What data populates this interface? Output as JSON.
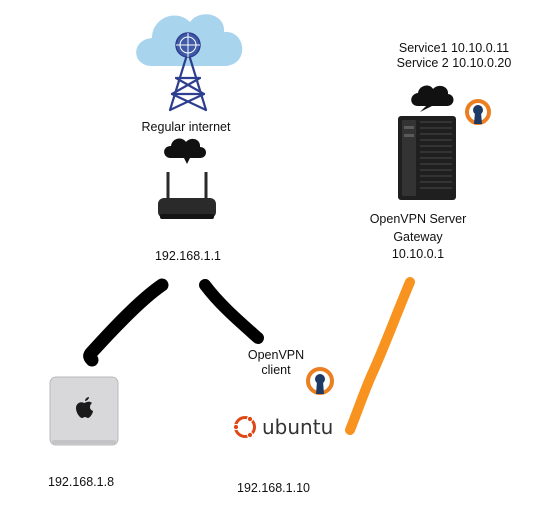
{
  "colors": {
    "sky": "#A9D4EE",
    "tower": "#2F3F8F",
    "orange": "#F7931E",
    "openvpn_orange": "#EA7E20",
    "openvpn_navy": "#1C3A64",
    "ubuntu_orange": "#DD4814",
    "ubuntu_text": "#333333",
    "device_dark": "#2a2a2a",
    "mac_silver": "#D8D8DA"
  },
  "labels": {
    "internet": "Regular internet",
    "router_ip": "192.168.1.1",
    "mac_ip": "192.168.1.8",
    "ubuntu_ip": "192.168.1.10",
    "client": "OpenVPN\nclient",
    "server_title": "OpenVPN Server",
    "gateway": "Gateway",
    "gateway_ip": "10.10.0.1",
    "service1": "Service1 10.10.0.11",
    "service2": "Service 2 10.10.0.20",
    "ubuntu_logo": "ubuntu"
  },
  "icons": [
    "cloud-tower-icon",
    "router-icon",
    "mac-mini-icon",
    "server-tower-icon",
    "openvpn-icon",
    "ubuntu-logo",
    "cloud-icon"
  ]
}
